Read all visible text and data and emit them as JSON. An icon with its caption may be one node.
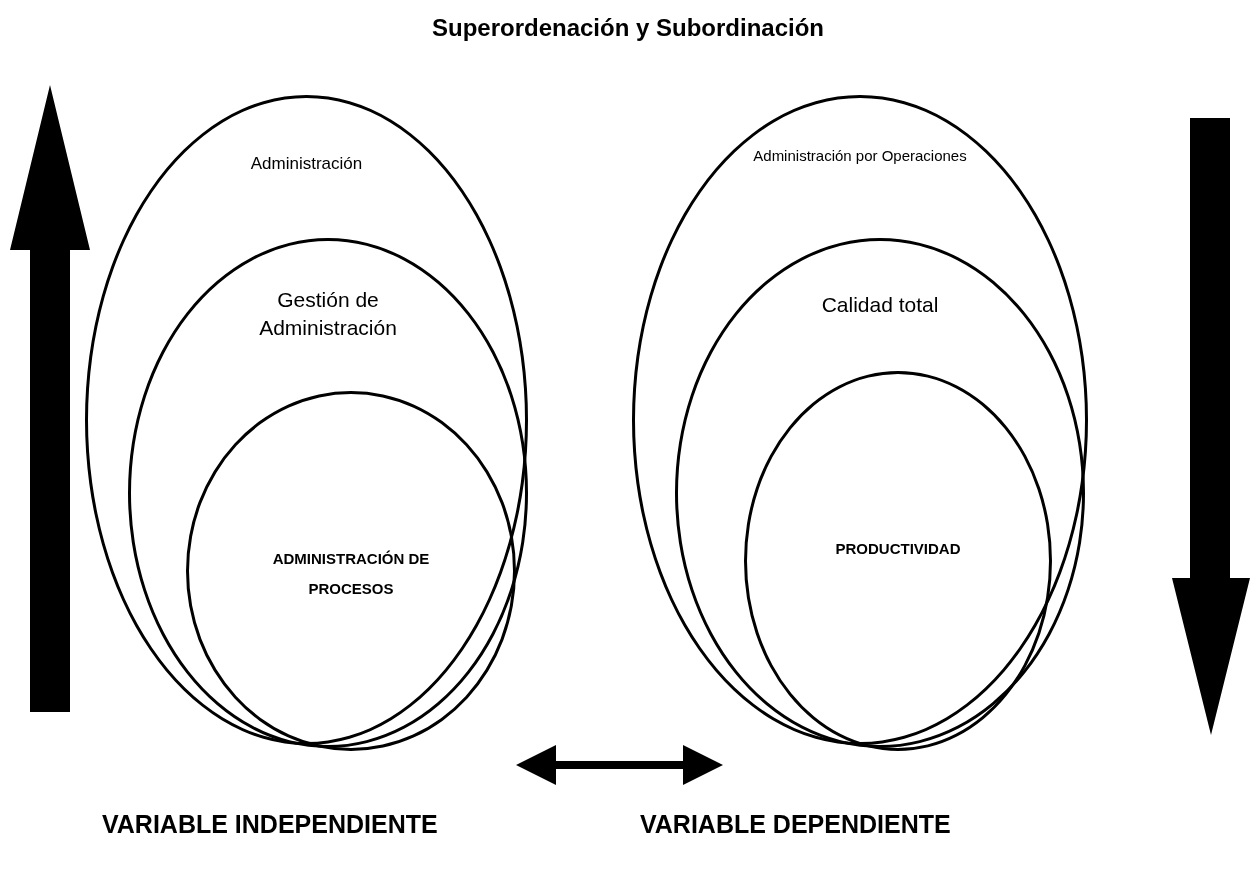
{
  "diagram": {
    "title": "Superordenación y Subordinación",
    "nodes": [
      {
        "text": [
          "Administración"
        ]
      },
      {
        "text": [
          "Gestión de Administración"
        ],
        "in": 0
      },
      {
        "text": [
          "ADMINISTRACIÓN DE PROCESOS"
        ],
        "in": 1
      },
      {
        "text": [
          "Administración por Operaciones"
        ]
      },
      {
        "text": [
          "Calidad total"
        ],
        "in": 3
      },
      {
        "text": [
          "PRODUCTIVIDAD"
        ],
        "in": 4
      }
    ],
    "edges": [
      {
        "from": 0,
        "to": 3,
        "arrow": "both"
      }
    ],
    "labels": [
      "VARIABLE INDEPENDIENTE",
      "VARIABLE DEPENDIENTE"
    ]
  }
}
